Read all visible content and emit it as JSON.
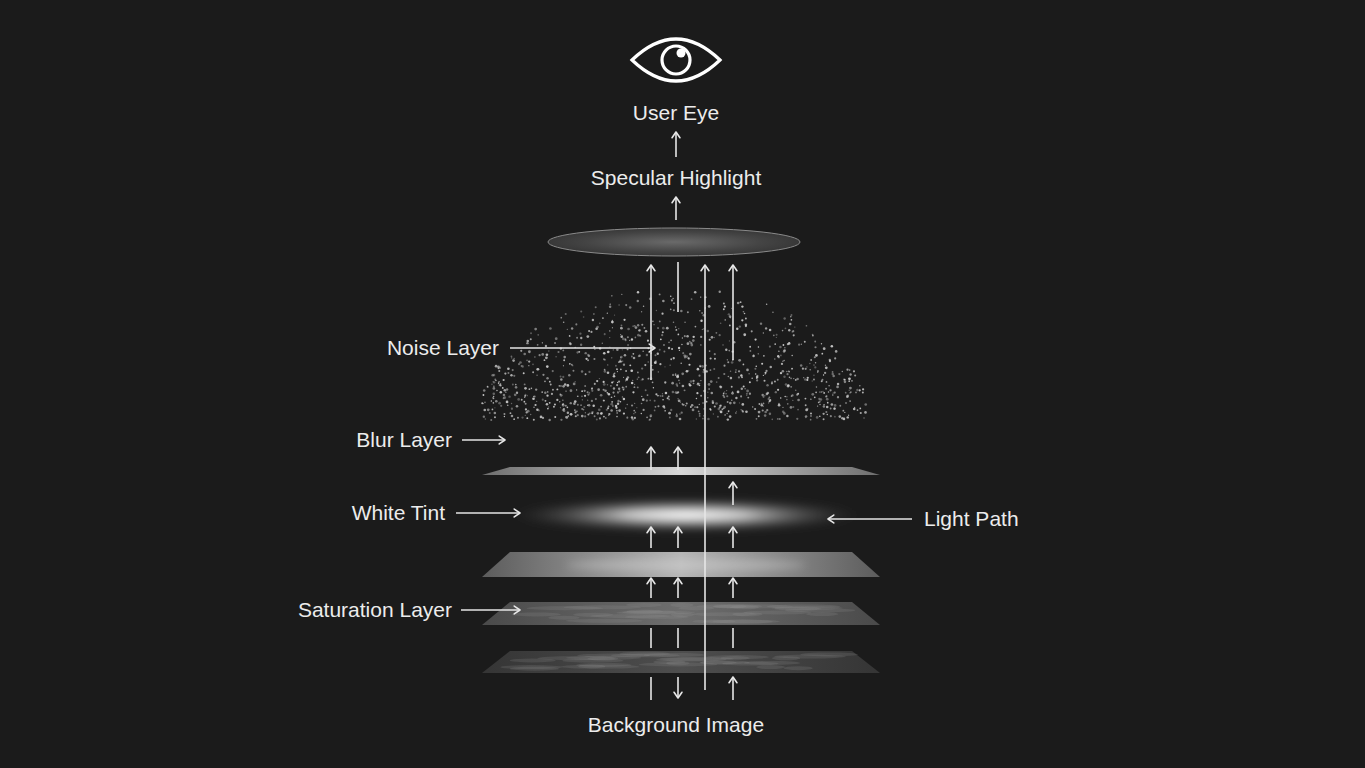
{
  "diagram": {
    "labels": [
      "User Eye",
      "Specular Highlight",
      "Noise Layer",
      "Blur Layer",
      "White Tint",
      "Light Path",
      "Saturation Layer",
      "Background Image"
    ]
  }
}
